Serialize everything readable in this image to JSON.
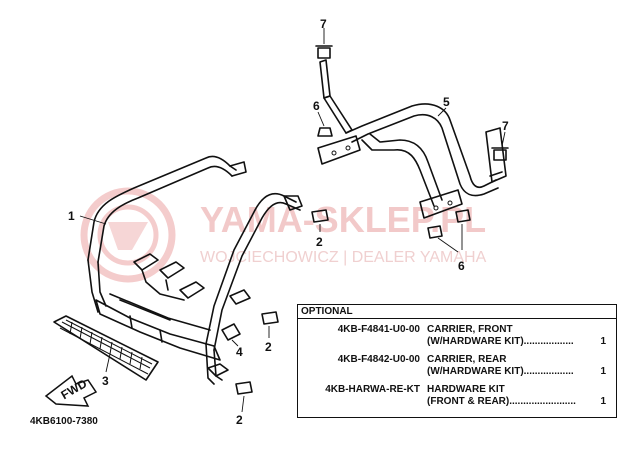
{
  "watermark": {
    "brand": "YAMA-SKLEP.PL",
    "subline": "WOJCIECHOWICZ | DEALER YAMAHA"
  },
  "callouts": {
    "c1": "1",
    "c2a": "2",
    "c2b": "2",
    "c2c": "2",
    "c3": "3",
    "c4": "4",
    "c5": "5",
    "c6a": "6",
    "c6b": "6",
    "c7a": "7",
    "c7b": "7"
  },
  "fwd_label": "FWD",
  "diagram_code": "4KB6100-7380",
  "optional": {
    "title": "OPTIONAL",
    "rows": [
      {
        "part_number": "4KB-F4841-U0-00",
        "desc1": "CARRIER, FRONT",
        "desc2": "(W/HARDWARE KIT)..................",
        "qty": "1"
      },
      {
        "part_number": "4KB-F4842-U0-00",
        "desc1": "CARRIER, REAR",
        "desc2": "(W/HARDWARE KIT)..................",
        "qty": "1"
      },
      {
        "part_number": "4KB-HARWA-RE-KT",
        "desc1": "HARDWARE KIT",
        "desc2": "(FRONT & REAR)........................",
        "qty": "1"
      }
    ]
  }
}
